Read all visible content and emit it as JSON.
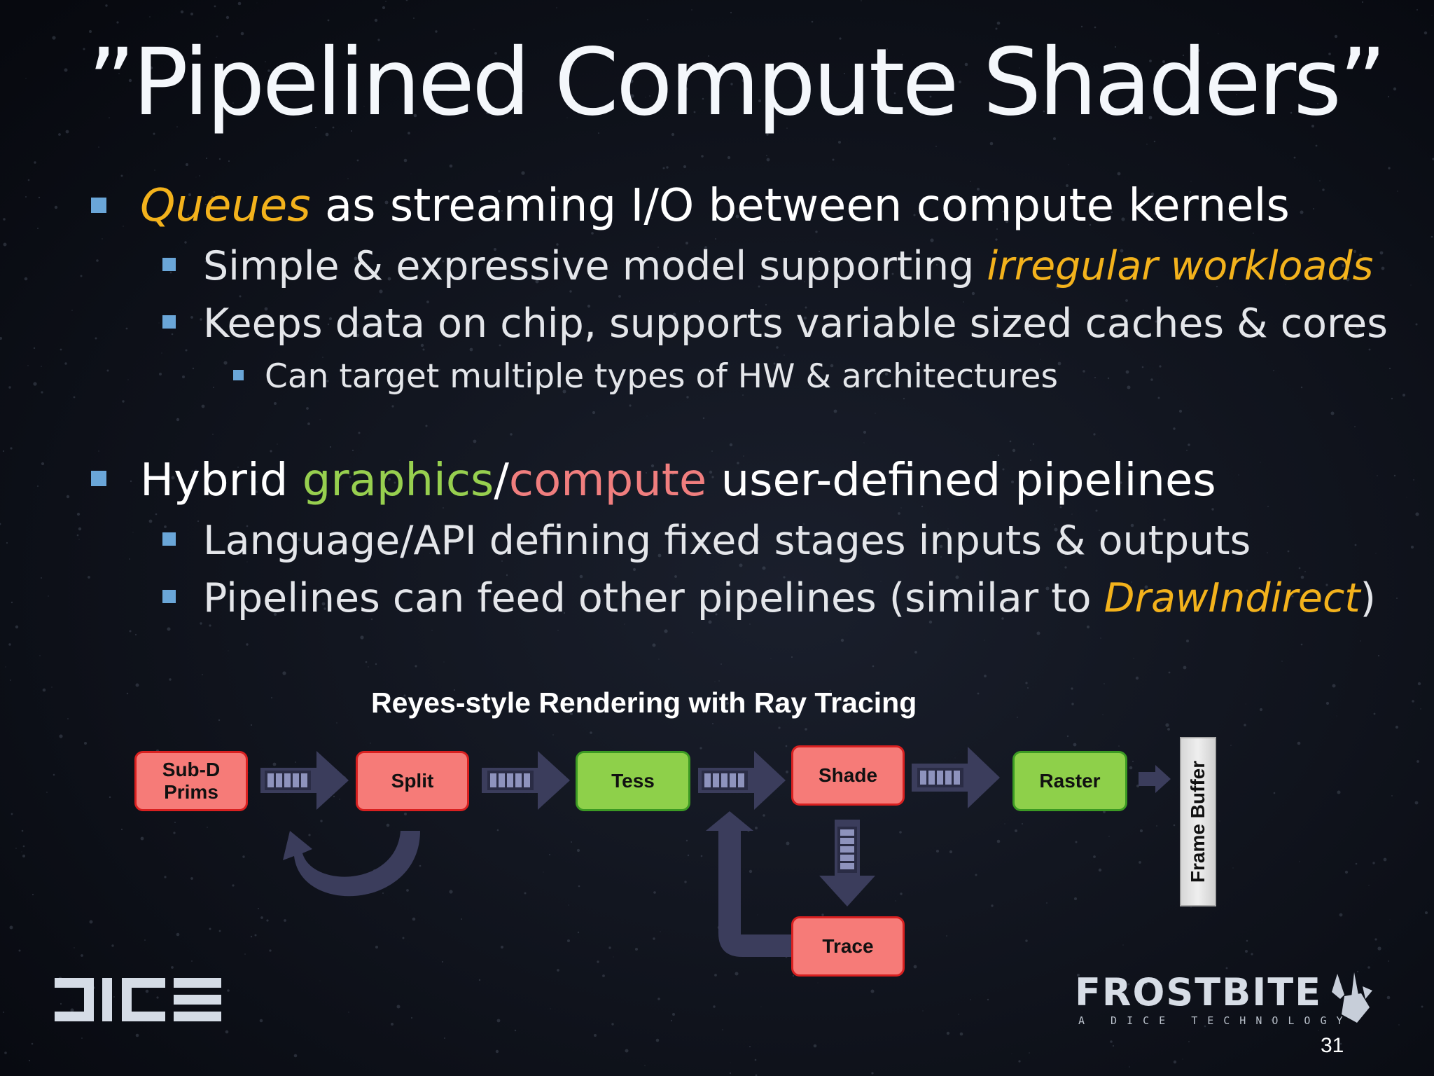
{
  "title": "”Pipelined Compute Shaders”",
  "bullets": {
    "b1": {
      "hl": "Queues",
      "rest": " as streaming I/O between compute kernels"
    },
    "b1a": {
      "pre": "Simple & expressive model supporting ",
      "hl": "irregular workloads"
    },
    "b1b": {
      "text": "Keeps data on chip, supports variable sized caches & cores"
    },
    "b1b1": {
      "text": "Can target multiple types of HW & architectures"
    },
    "b2": {
      "pre": "Hybrid ",
      "g": "graphics",
      "sep": "/",
      "r": "compute",
      "rest": " user-defined pipelines"
    },
    "b2a": {
      "text": "Language/API defining fixed stages inputs & outputs"
    },
    "b2b": {
      "pre": "Pipelines can feed other pipelines (similar to ",
      "hl": "DrawIndirect",
      "post": ")"
    }
  },
  "diagram": {
    "title": "Reyes-style Rendering with Ray Tracing",
    "stages": {
      "subd_line1": "Sub-D",
      "subd_line2": "Prims",
      "split": "Split",
      "tess": "Tess",
      "shade": "Shade",
      "raster": "Raster",
      "trace": "Trace",
      "framebuffer": "Frame Buffer"
    },
    "colors": {
      "stage_red": "#f67b78",
      "stage_green": "#8ed04a",
      "arrow": "#3b3d5c",
      "queue": "#7f84b0"
    }
  },
  "footer": {
    "dice": "DICE",
    "frostbite": "FROSTBITE",
    "frostbite_tag": "A DICE TECHNOLOGY",
    "page": "31"
  }
}
